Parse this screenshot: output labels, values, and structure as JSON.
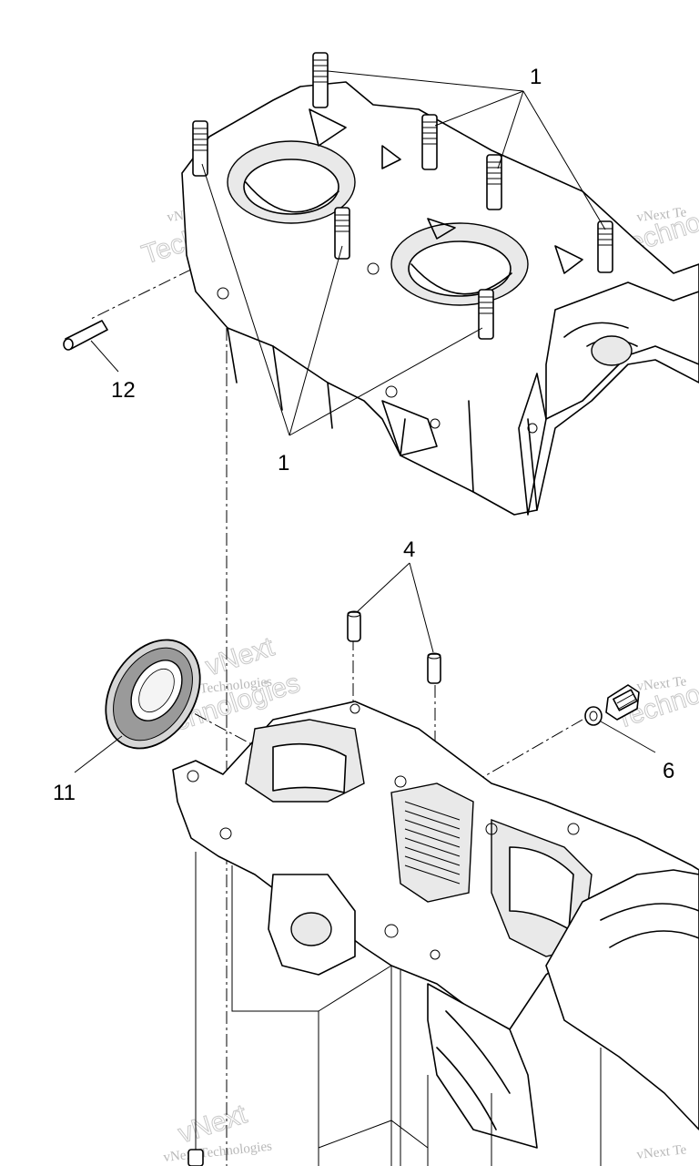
{
  "callouts": {
    "c1_top": "1",
    "c1_bottom": "1",
    "c4": "4",
    "c6": "6",
    "c11": "11",
    "c12": "12"
  },
  "watermarks": {
    "brand": "vNext Technologies",
    "big_a": "vNext",
    "big_b": "Technologies",
    "right_fragment": "vNext Te",
    "right_big": "Techno"
  }
}
